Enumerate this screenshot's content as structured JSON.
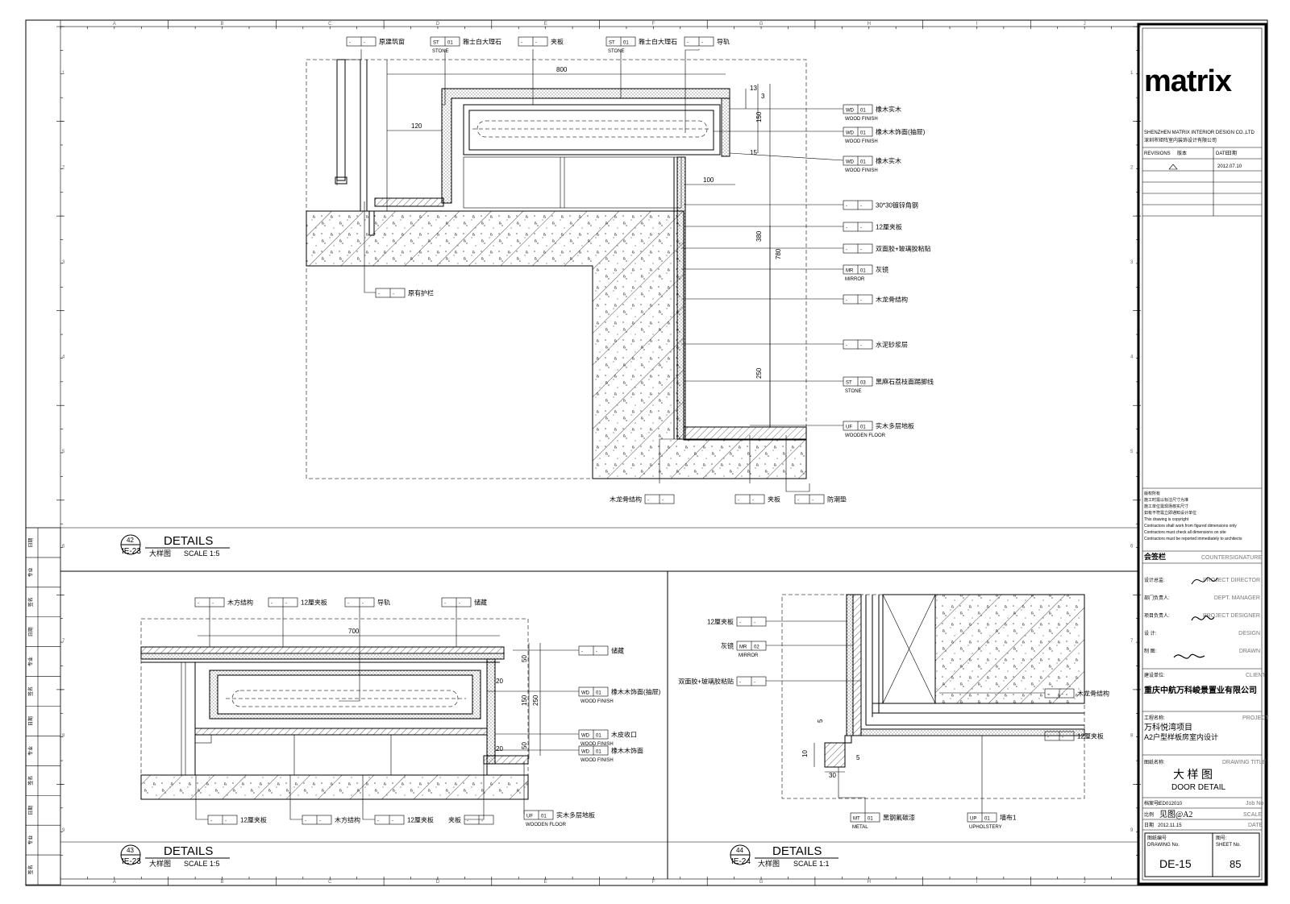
{
  "company": {
    "logo": "matrix",
    "name_en": "SHENZHEN MATRIX INTERIOR DESIGN CO.,LTD",
    "name_cn": "深圳市矩阵室内装饰设计有限公司"
  },
  "revisions": {
    "col1": "REVISIONS",
    "col2": "版本",
    "col3": "DATE",
    "col4": "日期",
    "row1_date": "2012.07.10"
  },
  "notes": [
    "版权所有",
    "施工时需以标注尺寸为准",
    "施工单位需现场核实尺寸",
    "如有不符需立即通知设计单位",
    "This drawing is copyright",
    "Contractors shall work from figured dimensions only",
    "Contractors must check all dimensions on site",
    "Contractors must be reported immediately to architects"
  ],
  "countersign": {
    "cn": "会签栏",
    "en": "COUNTERSIGNATURE"
  },
  "roles": [
    {
      "cn": "设计总监:",
      "en": "PROJECT DIRECTOR"
    },
    {
      "cn": "部门负责人:",
      "en": "DEPT. MANAGER"
    },
    {
      "cn": "项目负责人:",
      "en": "PROJECT DESIGNER"
    },
    {
      "cn": "设  计:",
      "en": "DESIGN"
    },
    {
      "cn": "制  图:",
      "en": "DRAWN"
    }
  ],
  "client": {
    "label_cn": "建设单位:",
    "label_en": "CLIENT",
    "name": "重庆中航万科峻景置业有限公司"
  },
  "project": {
    "label_cn": "工程名称:",
    "label_en": "PROJECT",
    "name1": "万科悦湾项目",
    "name2": "A2户型样板房室内设计"
  },
  "drawing_title": {
    "label_cn": "图纸名称:",
    "label_en": "DRAWING TITLE",
    "cn": "大 样 图",
    "en": "DOOR DETAIL"
  },
  "job": {
    "label_cn": "档案号:",
    "value": "IED012010",
    "label_en": "Job No"
  },
  "scale": {
    "label_cn": "比例",
    "value": "见图@A2",
    "label_en": "SCALE"
  },
  "date": {
    "label_cn": "日期",
    "value": "2012.11.15",
    "label_en": "DATE"
  },
  "drawing_no": {
    "label_cn": "图纸编号",
    "label_en": "DRAWING No.",
    "value": "DE-15"
  },
  "sheet_no": {
    "label_cn": "图号:",
    "label_en": "SHEET No.",
    "value": "85"
  },
  "grid_cols": [
    "A",
    "B",
    "C",
    "D",
    "E",
    "F",
    "G",
    "H",
    "I",
    "J"
  ],
  "grid_rows": [
    "1",
    "2",
    "3",
    "4",
    "5",
    "6",
    "7",
    "8",
    "9"
  ],
  "details": [
    {
      "num": "42",
      "ref": "IE-23",
      "title": "DETAILS",
      "cn": "大样图",
      "scale": "SCALE  1:5"
    },
    {
      "num": "43",
      "ref": "IE-23",
      "title": "DETAILS",
      "cn": "大样图",
      "scale": "SCALE  1:5"
    },
    {
      "num": "44",
      "ref": "IE-24",
      "title": "DETAILS",
      "cn": "大样图",
      "scale": "SCALE  1:1"
    }
  ],
  "callouts42_top": [
    {
      "code": "-",
      "num": "-",
      "text": "原建筑窗",
      "sub": ""
    },
    {
      "code": "ST",
      "num": "01",
      "text": "雅士白大理石",
      "sub": "STONE"
    },
    {
      "code": "-",
      "num": "-",
      "text": "夹板",
      "sub": ""
    },
    {
      "code": "ST",
      "num": "01",
      "text": "雅士白大理石",
      "sub": "STONE"
    },
    {
      "code": "-",
      "num": "-",
      "text": "导轨",
      "sub": ""
    }
  ],
  "callouts42_right": [
    {
      "code": "WD",
      "num": "01",
      "text": "橡木实木",
      "sub": "WOOD FINISH"
    },
    {
      "code": "WD",
      "num": "01",
      "text": "橡木木饰面(抽屉)",
      "sub": "WOOD FINISH"
    },
    {
      "code": "WD",
      "num": "01",
      "text": "橡木实木",
      "sub": "WOOD FINISH"
    },
    {
      "code": "-",
      "num": "-",
      "text": "30*30镀锌角钢",
      "sub": ""
    },
    {
      "code": "-",
      "num": "-",
      "text": "12厘夹板",
      "sub": ""
    },
    {
      "code": "-",
      "num": "-",
      "text": "双面胶+玻璃胶粘贴",
      "sub": ""
    },
    {
      "code": "MR",
      "num": "01",
      "text": "灰镜",
      "sub": "MIRROR"
    },
    {
      "code": "-",
      "num": "-",
      "text": "木龙骨结构",
      "sub": ""
    },
    {
      "code": "-",
      "num": "-",
      "text": "水泥砂浆层",
      "sub": ""
    },
    {
      "code": "ST",
      "num": "03",
      "text": "黑麻石荔枝面踢脚线",
      "sub": "STONE"
    },
    {
      "code": "UF",
      "num": "01",
      "text": "实木多层地板",
      "sub": "WOODEN FLOOR"
    }
  ],
  "callouts42_bottom": [
    {
      "code": "-",
      "num": "-",
      "text": "木龙骨结构"
    },
    {
      "code": "-",
      "num": "-",
      "text": "夹板"
    },
    {
      "code": "-",
      "num": "-",
      "text": "防潮垫"
    }
  ],
  "callout42_left": {
    "code": "-",
    "num": "-",
    "text": "原有护栏"
  },
  "callouts43_top": [
    {
      "code": "-",
      "num": "-",
      "text": "木方结构"
    },
    {
      "code": "-",
      "num": "-",
      "text": "12厘夹板"
    },
    {
      "code": "-",
      "num": "-",
      "text": "导轨"
    },
    {
      "code": "-",
      "num": "-",
      "text": "储藏"
    }
  ],
  "callouts43_right": [
    {
      "code": "-",
      "num": "-",
      "text": "储藏",
      "sub": ""
    },
    {
      "code": "WD",
      "num": "01",
      "text": "橡木木饰面(抽屉)",
      "sub": "WOOD FINISH"
    },
    {
      "code": "WD",
      "num": "01",
      "text": "木皮收口",
      "sub": "WOOD FINISH"
    },
    {
      "code": "WD",
      "num": "01",
      "text": "橡木木饰面",
      "sub": "WOOD FINISH"
    },
    {
      "code": "UF",
      "num": "01",
      "text": "实木多层地板",
      "sub": "WOODEN FLOOR"
    }
  ],
  "callouts43_bottom": [
    {
      "code": "-",
      "num": "-",
      "text": "12厘夹板"
    },
    {
      "code": "-",
      "num": "-",
      "text": "木方结构"
    },
    {
      "code": "-",
      "num": "-",
      "text": "12厘夹板"
    },
    {
      "code": "-",
      "num": "-",
      "text": "夹板"
    }
  ],
  "callouts44_left": [
    {
      "code": "-",
      "num": "-",
      "text": "12厘夹板",
      "sub": ""
    },
    {
      "code": "MR",
      "num": "02",
      "text": "灰镜",
      "sub": "MIRROR"
    },
    {
      "code": "-",
      "num": "-",
      "text": "双面胶+玻璃胶粘贴",
      "sub": ""
    }
  ],
  "callouts44_right": [
    {
      "code": "-",
      "num": "-",
      "text": "木龙骨结构"
    },
    {
      "code": "-",
      "num": "-",
      "text": "12厘夹板"
    }
  ],
  "callouts44_bottom": [
    {
      "code": "MT",
      "num": "01",
      "text": "黑钢氟碳漆",
      "sub": "METAL"
    },
    {
      "code": "UP",
      "num": "01",
      "text": "墙布1",
      "sub": "UPHOLSTERY"
    }
  ],
  "dims": {
    "d42_800": "800",
    "d42_120": "120",
    "d42_100": "100",
    "d42_150": "150",
    "d42_380": "380",
    "d42_780": "780",
    "d42_250": "250",
    "d42_13": "13",
    "d42_15": "15",
    "d42_3": "3",
    "d43_700": "700",
    "d43_50a": "50",
    "d43_150": "150",
    "d43_250": "250",
    "d43_50b": "50",
    "d43_20a": "20",
    "d43_20b": "20",
    "d44_5a": "5",
    "d44_10": "10",
    "d44_30": "30",
    "d44_5b": "5"
  },
  "side_labels": [
    "日期",
    "专业",
    "签名",
    "日期",
    "专业",
    "签名",
    "日期",
    "专业",
    "签名",
    "日期",
    "专业",
    "签名"
  ]
}
